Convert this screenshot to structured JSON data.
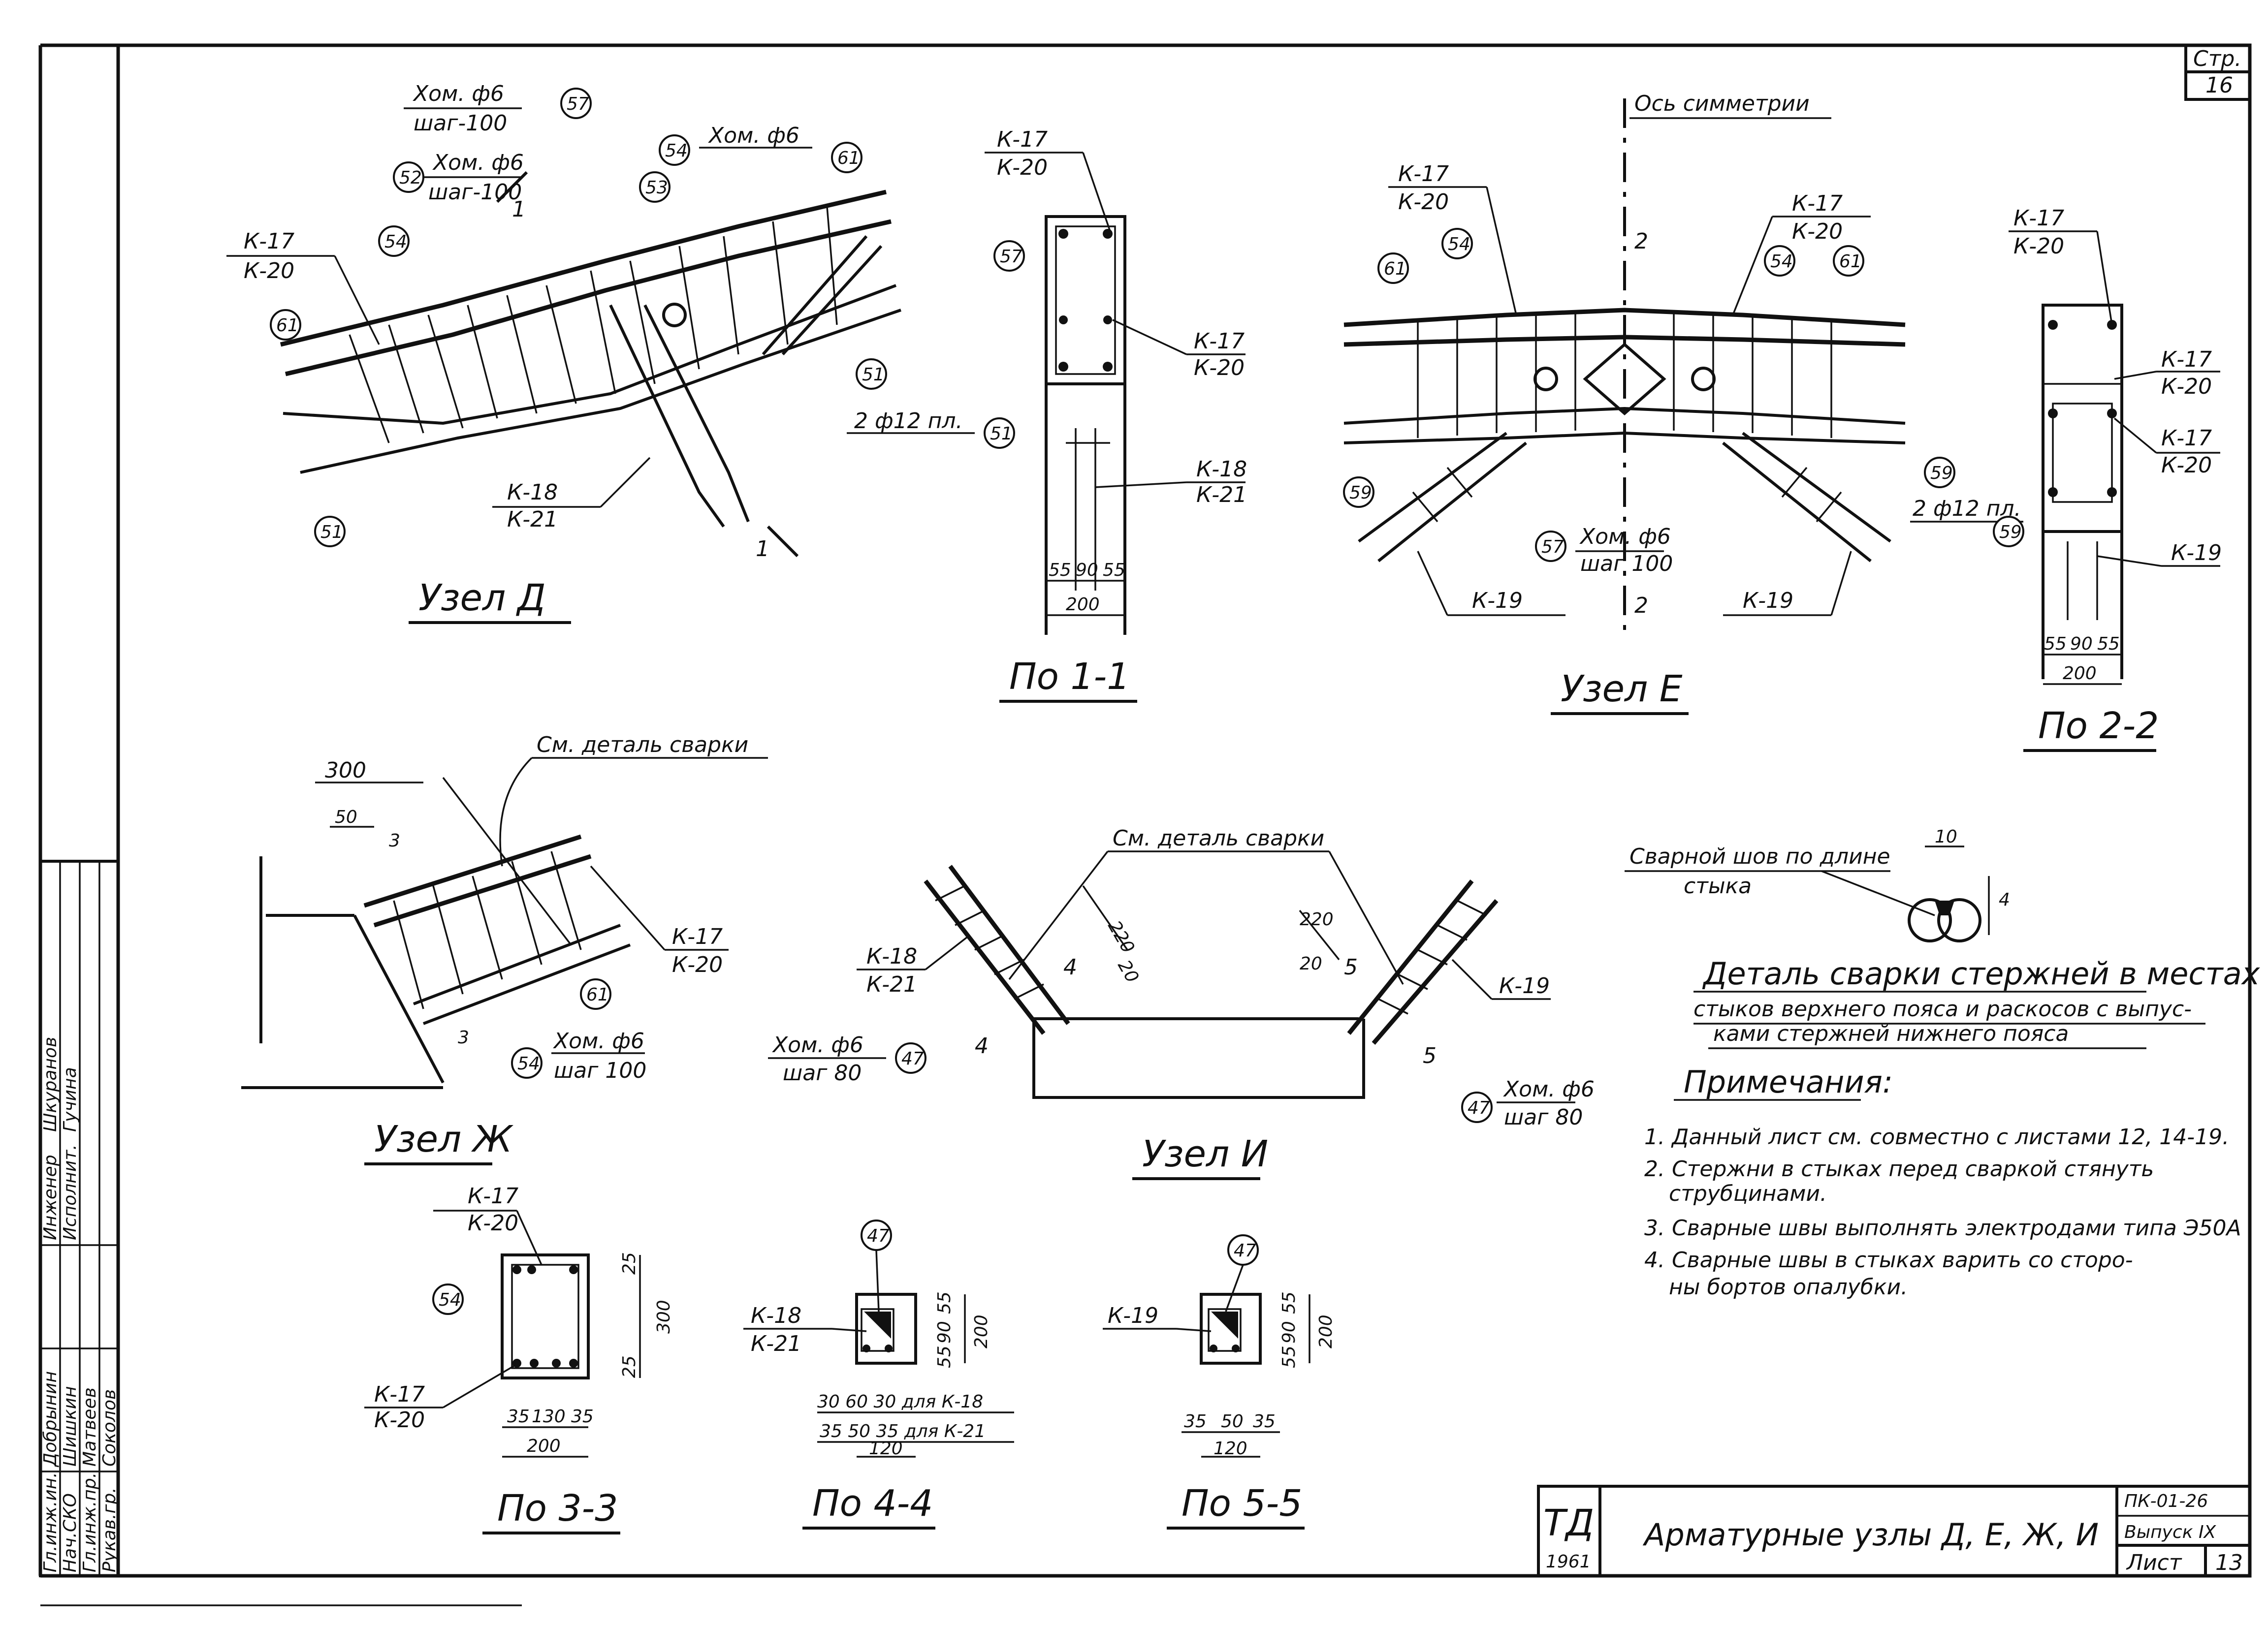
{
  "sheet": {
    "page_label": "Стр.",
    "page_number": "16",
    "title_block": {
      "logo_text": "ТД",
      "logo_year": "1961",
      "title": "Арматурные узлы Д, Е, Ж, И",
      "series_code": "ПК-01-26",
      "issue": "Выпуск IX",
      "sheet_label": "Лист",
      "sheet_number": "13"
    },
    "stamp": {
      "roles": [
        "Гл.инж.ин.",
        "Нач.СКО",
        "Гл.инж.пр.",
        "Рукав.гр.",
        "Инженер",
        "Исполнит."
      ],
      "names": [
        "Добрынин",
        "Шишкин",
        "Матвеев",
        "Соколов",
        "Шкуранов",
        "Гучина"
      ]
    }
  },
  "node_d": {
    "title": "Узел Д",
    "clamp1": "Хом. ф6",
    "step1": "шаг-100",
    "clamp2": "Хом. ф6",
    "step2": "шаг-100",
    "clamp3": "Хом. ф6",
    "k17": "К-17",
    "k20": "К-20",
    "k18": "К-18",
    "k21": "К-21",
    "section": "1",
    "refs": [
      "57",
      "52",
      "54",
      "53",
      "61",
      "54",
      "61",
      "51",
      "51"
    ]
  },
  "section_11": {
    "title": "По 1-1",
    "k17a": "К-17",
    "k20a": "К-20",
    "k17b": "К-17",
    "k20b": "К-20",
    "k18": "К-18",
    "k21": "К-21",
    "bars": "2 ф12 пл.",
    "ref57": "57",
    "ref51": "51",
    "dims": [
      "55",
      "90",
      "55"
    ],
    "width": "200"
  },
  "node_e": {
    "title": "Узел Е",
    "axis": "Ось симметрии",
    "section": "2",
    "k17a": "К-17",
    "k20a": "К-20",
    "k17b": "К-17",
    "k20b": "К-20",
    "k19a": "К-19",
    "k19b": "К-19",
    "clamp": "Хом. ф6",
    "step": "шаг 100",
    "refs": [
      "61",
      "54",
      "54",
      "61",
      "59",
      "59",
      "57"
    ]
  },
  "section_22": {
    "title": "По 2-2",
    "k17a": "К-17",
    "k20a": "К-20",
    "k17b": "К-17",
    "k20b": "К-20",
    "k17c": "К-17",
    "k20c": "К-20",
    "k19": "К-19",
    "bars": "2 ф12 пл.",
    "ref59": "59",
    "dims": [
      "55",
      "90",
      "55"
    ],
    "width": "200"
  },
  "node_zh": {
    "title": "Узел Ж",
    "weld_ref": "См. деталь сварки",
    "dim300": "300",
    "dim50": "50",
    "section": "3",
    "k17": "К-17",
    "k20": "К-20",
    "clamp": "Хом. ф6",
    "step": "шаг 100",
    "ref61": "61",
    "ref54": "54"
  },
  "node_i": {
    "title": "Узел И",
    "weld_ref": "См. деталь сварки",
    "k18": "К-18",
    "k21": "К-21",
    "k19": "К-19",
    "clamp_l": "Хом. ф6",
    "step_l": "шаг 80",
    "clamp_r": "Хом. ф6",
    "step_r": "шаг 80",
    "dim220a": "220",
    "dim20a": "20",
    "dim220b": "220",
    "dim20b": "20",
    "sec4": "4",
    "sec5": "5",
    "ref47a": "47",
    "ref47b": "47"
  },
  "weld_detail": {
    "label": "Сварной шов по длине",
    "label2": "стыка",
    "dim10": "10",
    "dim4": "4",
    "title_l1": "Деталь сварки стержней в местах",
    "title_l2": "стыков верхнего пояса и раскосов с выпус-",
    "title_l3": "ками стержней нижнего пояса"
  },
  "notes": {
    "heading": "Примечания:",
    "items": [
      "1. Данный лист см. совместно с листами 12, 14-19.",
      "2. Стержни в стыках перед сваркой стянуть",
      "струбцинами.",
      "3. Сварные швы выполнять электродами типа Э50А",
      "4. Сварные швы в стыках варить со сторо-",
      "ны бортов опалубки."
    ]
  },
  "section_33": {
    "title": "По 3-3",
    "k17a": "К-17",
    "k20a": "К-20",
    "k17b": "К-17",
    "k20b": "К-20",
    "ref54": "54",
    "dims_h": [
      "35",
      "130",
      "35"
    ],
    "width": "200",
    "dims_v": [
      "25",
      "300",
      "25"
    ]
  },
  "section_44": {
    "title": "По 4-4",
    "k18": "К-18",
    "k21": "К-21",
    "ref47": "47",
    "row1": "30 60 30 для К-18",
    "row2": "35 50 35 для К-21",
    "width": "120",
    "dims_v": [
      "55",
      "90",
      "55"
    ],
    "height": "200"
  },
  "section_55": {
    "title": "По 5-5",
    "k19": "К-19",
    "ref47": "47",
    "dims_h": [
      "35",
      "50",
      "35"
    ],
    "width": "120",
    "dims_v": [
      "55",
      "90",
      "55"
    ],
    "height": "200"
  }
}
